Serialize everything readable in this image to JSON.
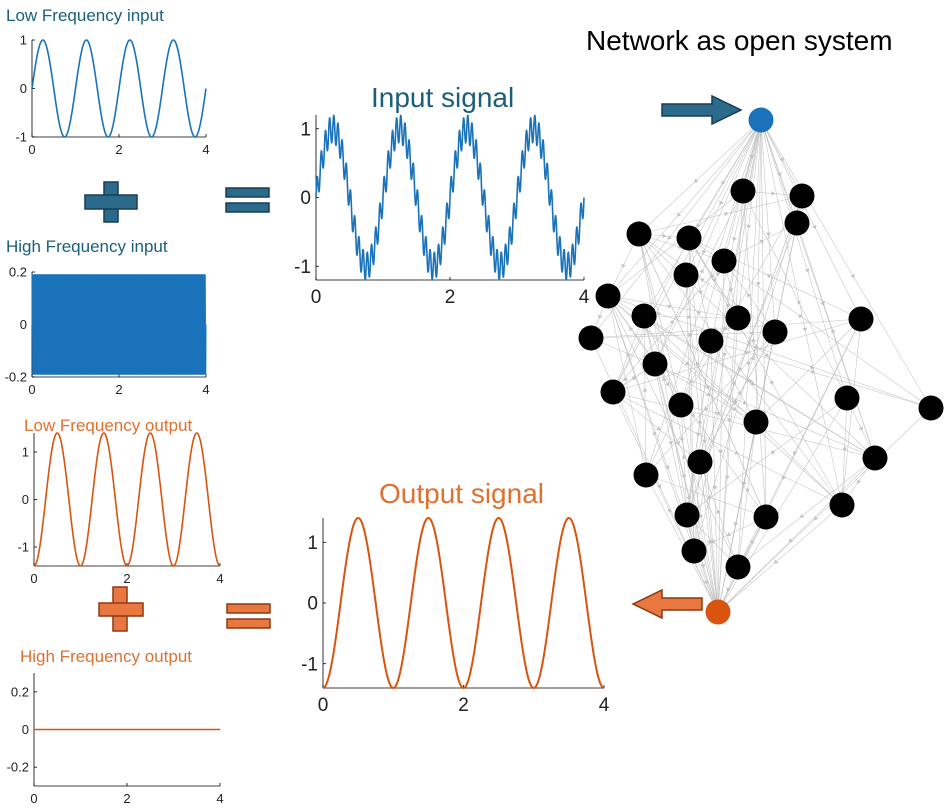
{
  "colors": {
    "input": "#1a72bb",
    "output": "#d9540f",
    "title_blue": "#1a5f7a",
    "title_orange": "#e07030",
    "arrow_blue": "#2c6a8c",
    "arrow_orange": "#e8783f",
    "node": "#000000",
    "edge": "#bdbdbd"
  },
  "titles": {
    "low_input": "Low Frequency input",
    "high_input": "High Frequency input",
    "input_signal": "Input signal",
    "low_output": "Low Frequency output",
    "high_output": "High Frequency output",
    "output_signal": "Output signal",
    "network": "Network as open system"
  },
  "operators": {
    "plus": "+",
    "equals": "="
  },
  "chart_data": [
    {
      "id": "low_input",
      "type": "line",
      "title": "Low Frequency input",
      "x_range": [
        0,
        4
      ],
      "ylim": [
        -1,
        1
      ],
      "x_ticks": [
        "0",
        "2",
        "4"
      ],
      "y_ticks": [
        "1",
        "0",
        "-1"
      ],
      "series": [
        {
          "function": "sin(2*pi*t)",
          "amplitude": 1,
          "frequency": 1
        }
      ]
    },
    {
      "id": "high_input",
      "type": "line",
      "title": "High Frequency input",
      "x_range": [
        0,
        4
      ],
      "ylim": [
        -0.2,
        0.2
      ],
      "x_ticks": [
        "0",
        "2",
        "4"
      ],
      "y_ticks": [
        "0.2",
        "0",
        "-0.2"
      ],
      "series": [
        {
          "function": "0.2*sin(2*pi*40*t)",
          "amplitude": 0.2,
          "frequency": 40
        }
      ]
    },
    {
      "id": "input_signal",
      "type": "line",
      "title": "Input signal",
      "x_range": [
        0,
        4
      ],
      "ylim": [
        -1.2,
        1.2
      ],
      "x_ticks": [
        "0",
        "2",
        "4"
      ],
      "y_ticks": [
        "1",
        "0",
        "-1"
      ],
      "series": [
        {
          "function": "sin(2*pi*t) + 0.2*sin(2*pi*16*t)"
        }
      ]
    },
    {
      "id": "low_output",
      "type": "line",
      "title": "Low Frequency output",
      "x_range": [
        0,
        4
      ],
      "ylim": [
        -1.4,
        1.4
      ],
      "x_ticks": [
        "0",
        "2",
        "4"
      ],
      "y_ticks": [
        "1",
        "0",
        "-1"
      ],
      "series": [
        {
          "function": "-1.4*cos(2*pi*t)",
          "amplitude": 1.4,
          "frequency": 1
        }
      ]
    },
    {
      "id": "high_output",
      "type": "line",
      "title": "High Frequency output",
      "x_range": [
        0,
        4
      ],
      "ylim": [
        -0.3,
        0.3
      ],
      "x_ticks": [
        "0",
        "2",
        "4"
      ],
      "y_ticks": [
        "0.2",
        "0",
        "-0.2"
      ],
      "series": [
        {
          "function": "0",
          "amplitude": 0
        }
      ]
    },
    {
      "id": "output_signal",
      "type": "line",
      "title": "Output signal",
      "x_range": [
        0,
        4
      ],
      "ylim": [
        -1.4,
        1.4
      ],
      "x_ticks": [
        "0",
        "2",
        "4"
      ],
      "y_ticks": [
        "1",
        "0",
        "-1"
      ],
      "series": [
        {
          "function": "-1.4*cos(2*pi*t)",
          "amplitude": 1.4,
          "frequency": 1
        }
      ]
    }
  ]
}
